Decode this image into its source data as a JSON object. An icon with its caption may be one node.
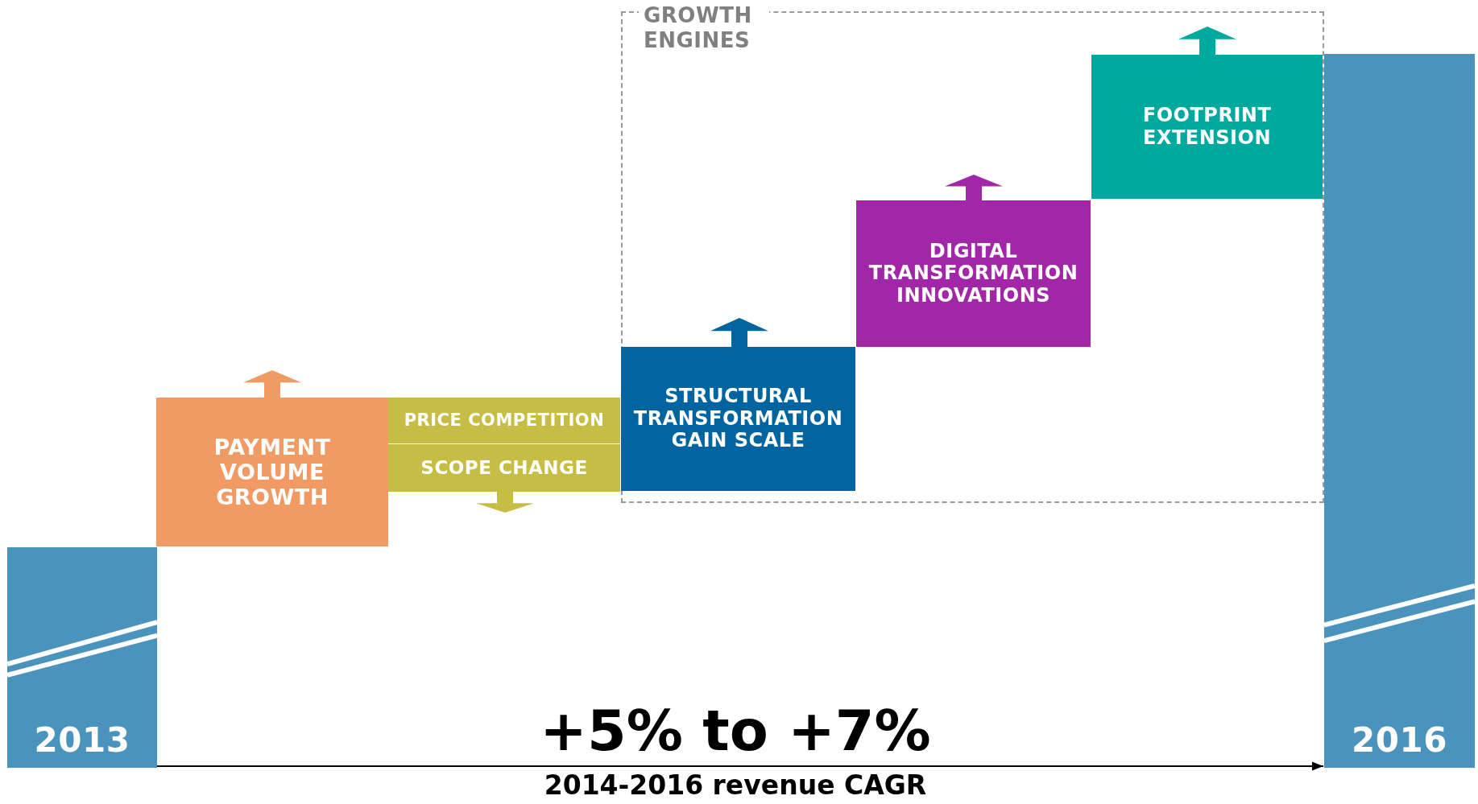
{
  "diagram": {
    "nodes": [
      {
        "text": [
          "2013"
        ]
      },
      {
        "text": [
          "PAYMENT VOLUME GROWTH"
        ]
      },
      {
        "text": [
          "PRICE COMPETITION"
        ]
      },
      {
        "text": [
          "SCOPE CHANGE"
        ]
      },
      {
        "text": [
          "GROWTH ENGINES"
        ]
      },
      {
        "text": [
          "STRUCTURAL TRANSFORMATION GAIN SCALE"
        ],
        "in": 4
      },
      {
        "text": [
          "DIGITAL TRANSFORMATION INNOVATIONS"
        ],
        "in": 4
      },
      {
        "text": [
          "FOOTPRINT EXTENSION"
        ],
        "in": 4
      },
      {
        "text": [
          "2016"
        ]
      }
    ],
    "edges": [
      {
        "from": 0,
        "to": 8,
        "arrow": "to"
      }
    ],
    "labels": [
      "+5% to +7%",
      "2014-2016 revenue CAGR"
    ]
  }
}
